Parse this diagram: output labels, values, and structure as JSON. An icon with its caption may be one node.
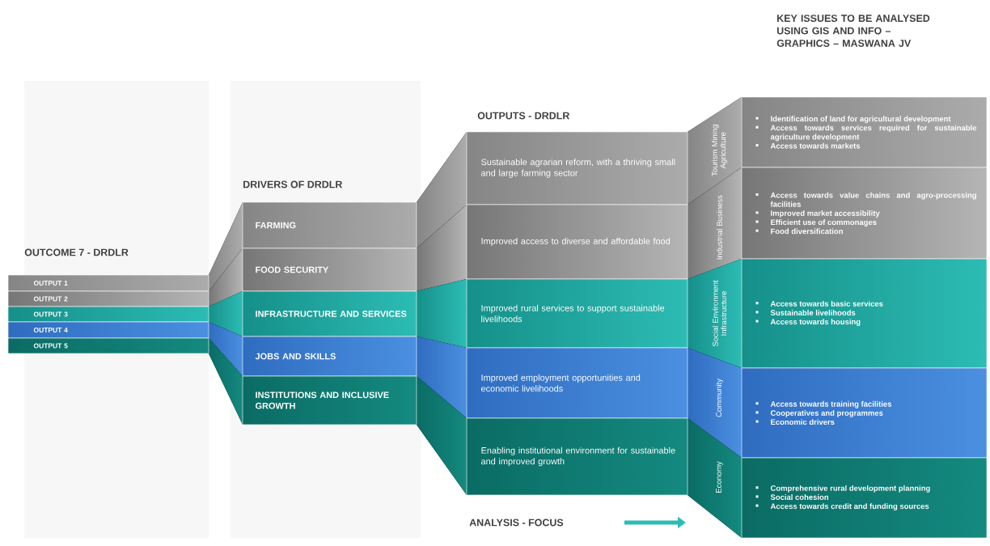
{
  "diagram": {
    "nodes": [
      {
        "text": [
          "OUTPUT 1"
        ]
      },
      {
        "text": [
          "OUTPUT 2"
        ]
      },
      {
        "text": [
          "OUTPUT 3"
        ]
      },
      {
        "text": [
          "OUTPUT 4"
        ]
      },
      {
        "text": [
          "OUTPUT 5"
        ]
      },
      {
        "text": [
          "FARMING"
        ]
      },
      {
        "text": [
          "FOOD SECURITY"
        ]
      },
      {
        "text": [
          "INFRASTRUCTURE AND SERVICES"
        ]
      },
      {
        "text": [
          "JOBS AND SKILLS"
        ]
      },
      {
        "text": [
          "INSTITUTIONS AND INCLUSIVE GROWTH"
        ]
      },
      {
        "text": [
          "Sustainable agrarian reform, with a thriving small and large farming sector"
        ]
      },
      {
        "text": [
          "Improved access to diverse and affordable food"
        ]
      },
      {
        "text": [
          "Improved rural services to support sustainable livelihoods"
        ]
      },
      {
        "text": [
          "Improved employment opportunities and economic livelihoods"
        ]
      },
      {
        "text": [
          "Enabling institutional environment for sustainable and improved growth"
        ]
      },
      {
        "text": [
          "Tourism Mining Agriculture",
          "Identification of land for agricultural development",
          "Access towards services required for sustainable agriculture development",
          "Access towards markets"
        ]
      },
      {
        "text": [
          "Industrial Business",
          "Access towards value chains and agro-processing facilities",
          "Improved market accessibility",
          "Efficient use of commonages",
          "Food diversification"
        ]
      },
      {
        "text": [
          "Social Environment Infrastructure",
          "Access towards basic services",
          "Sustainable livelihoods",
          "Access towards housing"
        ]
      },
      {
        "text": [
          "Community",
          "Access towards training facilities",
          "Cooperatives and programmes",
          "Economic drivers"
        ]
      },
      {
        "text": [
          "Economy",
          "Comprehensive rural development planning",
          "Social cohesion",
          "Access towards credit and funding sources"
        ]
      }
    ],
    "labels": [
      "KEY ISSUES TO BE ANALYSED USING GIS AND INFO – GRAPHICS – MASWANA JV",
      "OUTPUTS - DRDLR",
      "DRIVERS OF DRDLR",
      "OUTCOME 7 - DRDLR",
      "ANALYSIS - FOCUS"
    ]
  }
}
